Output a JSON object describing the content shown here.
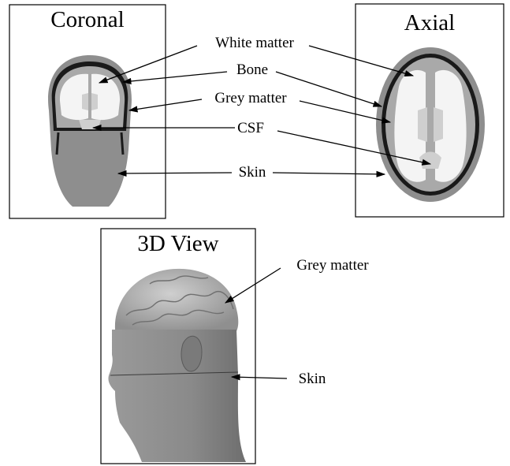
{
  "panels": {
    "coronal": {
      "title": "Coronal"
    },
    "axial": {
      "title": "Axial"
    },
    "view3d": {
      "title": "3D View"
    }
  },
  "labels": {
    "white_matter": "White matter",
    "bone": "Bone",
    "grey_matter": "Grey matter",
    "csf": "CSF",
    "skin": "Skin",
    "grey_matter_3d": "Grey matter",
    "skin_3d": "Skin"
  },
  "colors": {
    "skin": "#8e8e8e",
    "bone": "#1a1a1a",
    "grey_matter": "#a9a9a9",
    "white_matter": "#f4f4f4",
    "csf": "#cfcfcf",
    "head_3d": "#8a8a8a",
    "brain_3d": "#b9b9b9"
  }
}
